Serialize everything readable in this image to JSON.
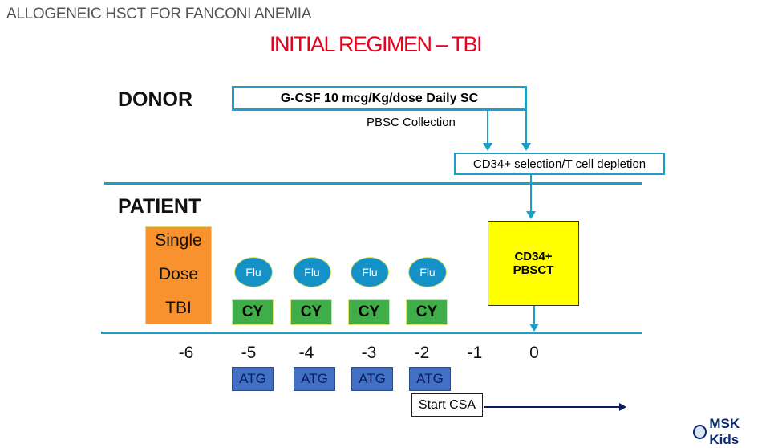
{
  "header": "ALLOGENEIC HSCT FOR FANCONI ANEMIA",
  "title": "INITIAL REGIMEN – TBI",
  "donor": {
    "label": "DONOR",
    "gcsf": "G-CSF 10 mcg/Kg/dose Daily SC",
    "pbsc": "PBSC Collection",
    "selection": "CD34+ selection/T cell depletion"
  },
  "patient": {
    "label": "PATIENT",
    "tbi": [
      "Single",
      "Dose",
      "TBI"
    ],
    "flu": [
      "Flu",
      "Flu",
      "Flu",
      "Flu"
    ],
    "cy": [
      "CY",
      "CY",
      "CY",
      "CY"
    ],
    "transplant": [
      "CD34+",
      "PBSCT"
    ]
  },
  "days": [
    "-6",
    "-5",
    "-4",
    "-3",
    "-2",
    "-1",
    "0"
  ],
  "atg": [
    "ATG",
    "ATG",
    "ATG",
    "ATG"
  ],
  "csa": "Start CSA",
  "logo": "MSK Kids",
  "colors": {
    "title": "#e8001c",
    "line": "#1a9fc9",
    "tbi": "#f7922e",
    "transplant": "#ffff00",
    "flu": "#1492c8",
    "cy": "#3fae49",
    "atg": "#4170c4"
  }
}
